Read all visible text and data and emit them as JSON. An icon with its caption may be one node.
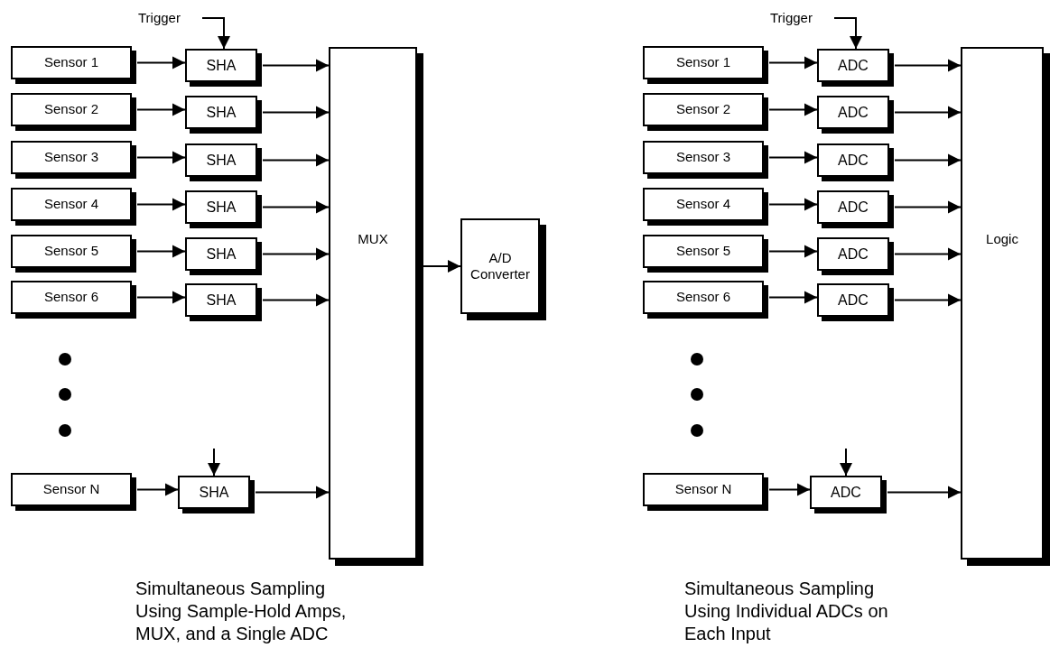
{
  "diagram": {
    "nodes": [
      {
        "text": [
          "Trigger"
        ]
      },
      {
        "text": [
          "Sensor 1"
        ]
      },
      {
        "text": [
          "Sensor 2"
        ]
      },
      {
        "text": [
          "Sensor 3"
        ]
      },
      {
        "text": [
          "Sensor 4"
        ]
      },
      {
        "text": [
          "Sensor 5"
        ]
      },
      {
        "text": [
          "Sensor 6"
        ]
      },
      {
        "text": [
          "Sensor N"
        ]
      },
      {
        "text": [
          "SHA"
        ]
      },
      {
        "text": [
          "SHA"
        ]
      },
      {
        "text": [
          "SHA"
        ]
      },
      {
        "text": [
          "SHA"
        ]
      },
      {
        "text": [
          "SHA"
        ]
      },
      {
        "text": [
          "SHA"
        ]
      },
      {
        "text": [
          "SHA"
        ]
      },
      {
        "text": [
          "MUX"
        ]
      },
      {
        "text": [
          "A/D Converter"
        ]
      },
      {
        "text": [
          "Trigger"
        ]
      },
      {
        "text": [
          "Sensor 1"
        ]
      },
      {
        "text": [
          "Sensor 2"
        ]
      },
      {
        "text": [
          "Sensor 3"
        ]
      },
      {
        "text": [
          "Sensor 4"
        ]
      },
      {
        "text": [
          "Sensor 5"
        ]
      },
      {
        "text": [
          "Sensor 6"
        ]
      },
      {
        "text": [
          "Sensor N"
        ]
      },
      {
        "text": [
          "ADC"
        ]
      },
      {
        "text": [
          "ADC"
        ]
      },
      {
        "text": [
          "ADC"
        ]
      },
      {
        "text": [
          "ADC"
        ]
      },
      {
        "text": [
          "ADC"
        ]
      },
      {
        "text": [
          "ADC"
        ]
      },
      {
        "text": [
          "ADC"
        ]
      },
      {
        "text": [
          "Logic"
        ]
      }
    ],
    "edges": [
      {
        "from": 0,
        "to": 8,
        "arrow": "to"
      },
      {
        "from": null,
        "to": 14,
        "arrow": "to"
      },
      {
        "from": 1,
        "to": 8,
        "arrow": "to"
      },
      {
        "from": 2,
        "to": 9,
        "arrow": "to"
      },
      {
        "from": 3,
        "to": 10,
        "arrow": "to"
      },
      {
        "from": 4,
        "to": 11,
        "arrow": "to"
      },
      {
        "from": 5,
        "to": 12,
        "arrow": "to"
      },
      {
        "from": 6,
        "to": 13,
        "arrow": "to"
      },
      {
        "from": 7,
        "to": 14,
        "arrow": "to"
      },
      {
        "from": 8,
        "to": 15,
        "arrow": "to"
      },
      {
        "from": 9,
        "to": 15,
        "arrow": "to"
      },
      {
        "from": 10,
        "to": 15,
        "arrow": "to"
      },
      {
        "from": 11,
        "to": 15,
        "arrow": "to"
      },
      {
        "from": 12,
        "to": 15,
        "arrow": "to"
      },
      {
        "from": 13,
        "to": 15,
        "arrow": "to"
      },
      {
        "from": 14,
        "to": 15,
        "arrow": "to"
      },
      {
        "from": 15,
        "to": 16,
        "arrow": "to"
      },
      {
        "from": 17,
        "to": 25,
        "arrow": "to"
      },
      {
        "from": null,
        "to": 31,
        "arrow": "to"
      },
      {
        "from": 18,
        "to": 25,
        "arrow": "to"
      },
      {
        "from": 19,
        "to": 26,
        "arrow": "to"
      },
      {
        "from": 20,
        "to": 27,
        "arrow": "to"
      },
      {
        "from": 21,
        "to": 28,
        "arrow": "to"
      },
      {
        "from": 22,
        "to": 29,
        "arrow": "to"
      },
      {
        "from": 23,
        "to": 30,
        "arrow": "to"
      },
      {
        "from": 24,
        "to": 31,
        "arrow": "to"
      },
      {
        "from": 25,
        "to": 32,
        "arrow": "to"
      },
      {
        "from": 26,
        "to": 32,
        "arrow": "to"
      },
      {
        "from": 27,
        "to": 32,
        "arrow": "to"
      },
      {
        "from": 28,
        "to": 32,
        "arrow": "to"
      },
      {
        "from": 29,
        "to": 32,
        "arrow": "to"
      },
      {
        "from": 30,
        "to": 32,
        "arrow": "to"
      },
      {
        "from": 31,
        "to": 32,
        "arrow": "to"
      }
    ],
    "labels": [
      "Simultaneous Sampling Using Sample-Hold Amps, MUX, and a Single ADC",
      "Simultaneous Sampling Using Individual ADCs on Each Input"
    ]
  }
}
